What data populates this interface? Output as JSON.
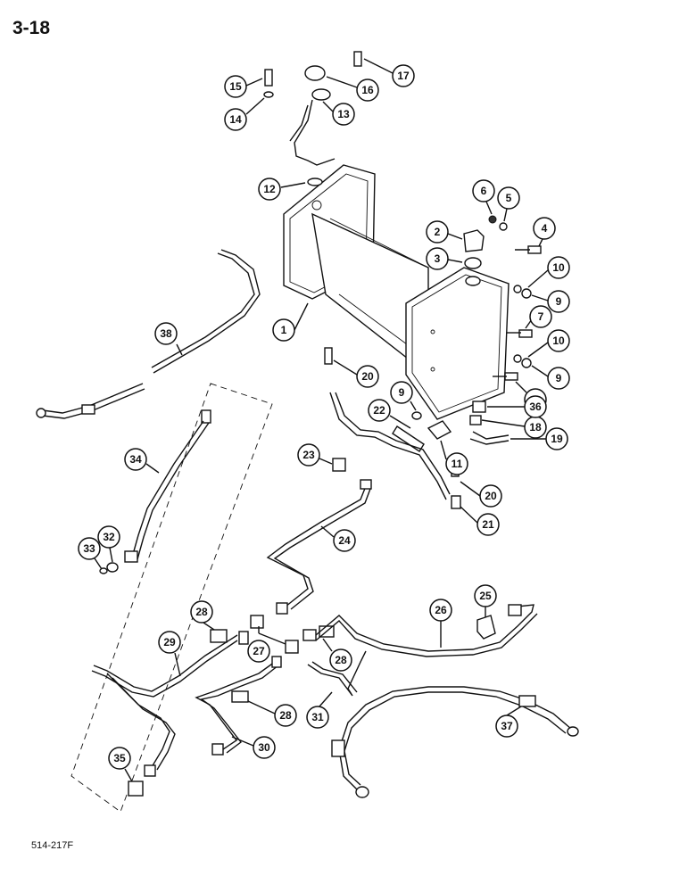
{
  "header": {
    "page_number": "3-18"
  },
  "footer": {
    "code": "514-217F"
  },
  "callouts": [
    {
      "id": "c1",
      "label": "1"
    },
    {
      "id": "c2",
      "label": "2"
    },
    {
      "id": "c3",
      "label": "3"
    },
    {
      "id": "c4",
      "label": "4"
    },
    {
      "id": "c5",
      "label": "5"
    },
    {
      "id": "c6",
      "label": "6"
    },
    {
      "id": "c7",
      "label": "7"
    },
    {
      "id": "c8",
      "label": "8"
    },
    {
      "id": "c9a",
      "label": "9"
    },
    {
      "id": "c9b",
      "label": "9"
    },
    {
      "id": "c9c",
      "label": "9"
    },
    {
      "id": "c10a",
      "label": "10"
    },
    {
      "id": "c10b",
      "label": "10"
    },
    {
      "id": "c11",
      "label": "11"
    },
    {
      "id": "c12",
      "label": "12"
    },
    {
      "id": "c13",
      "label": "13"
    },
    {
      "id": "c14",
      "label": "14"
    },
    {
      "id": "c15",
      "label": "15"
    },
    {
      "id": "c16",
      "label": "16"
    },
    {
      "id": "c17",
      "label": "17"
    },
    {
      "id": "c18",
      "label": "18"
    },
    {
      "id": "c19",
      "label": "19"
    },
    {
      "id": "c20a",
      "label": "20"
    },
    {
      "id": "c20b",
      "label": "20"
    },
    {
      "id": "c21",
      "label": "21"
    },
    {
      "id": "c22",
      "label": "22"
    },
    {
      "id": "c23",
      "label": "23"
    },
    {
      "id": "c24",
      "label": "24"
    },
    {
      "id": "c25",
      "label": "25"
    },
    {
      "id": "c26",
      "label": "26"
    },
    {
      "id": "c27",
      "label": "27"
    },
    {
      "id": "c28a",
      "label": "28"
    },
    {
      "id": "c28b",
      "label": "28"
    },
    {
      "id": "c28c",
      "label": "28"
    },
    {
      "id": "c29",
      "label": "29"
    },
    {
      "id": "c30",
      "label": "30"
    },
    {
      "id": "c31",
      "label": "31"
    },
    {
      "id": "c32",
      "label": "32"
    },
    {
      "id": "c33",
      "label": "33"
    },
    {
      "id": "c34",
      "label": "34"
    },
    {
      "id": "c35",
      "label": "35"
    },
    {
      "id": "c36",
      "label": "36"
    },
    {
      "id": "c37",
      "label": "37"
    },
    {
      "id": "c38",
      "label": "38"
    }
  ]
}
